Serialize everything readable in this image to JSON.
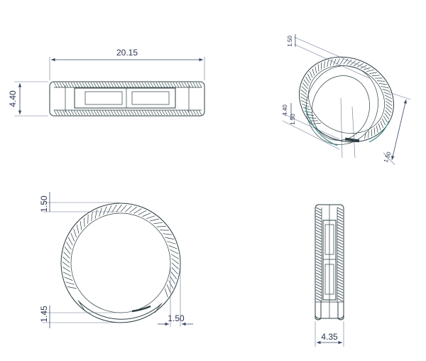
{
  "views": {
    "front": {
      "width": "20.15",
      "height": "4.40"
    },
    "iso": {
      "dim_top": "1.50",
      "dim_left": "4.40",
      "dim_left2": "1.50",
      "dim_right": "1.50"
    },
    "side": {
      "dim_top": "1.50",
      "dim_bottom": "1.45",
      "dim_right": "1.50"
    },
    "edge": {
      "width": "4.35"
    }
  }
}
